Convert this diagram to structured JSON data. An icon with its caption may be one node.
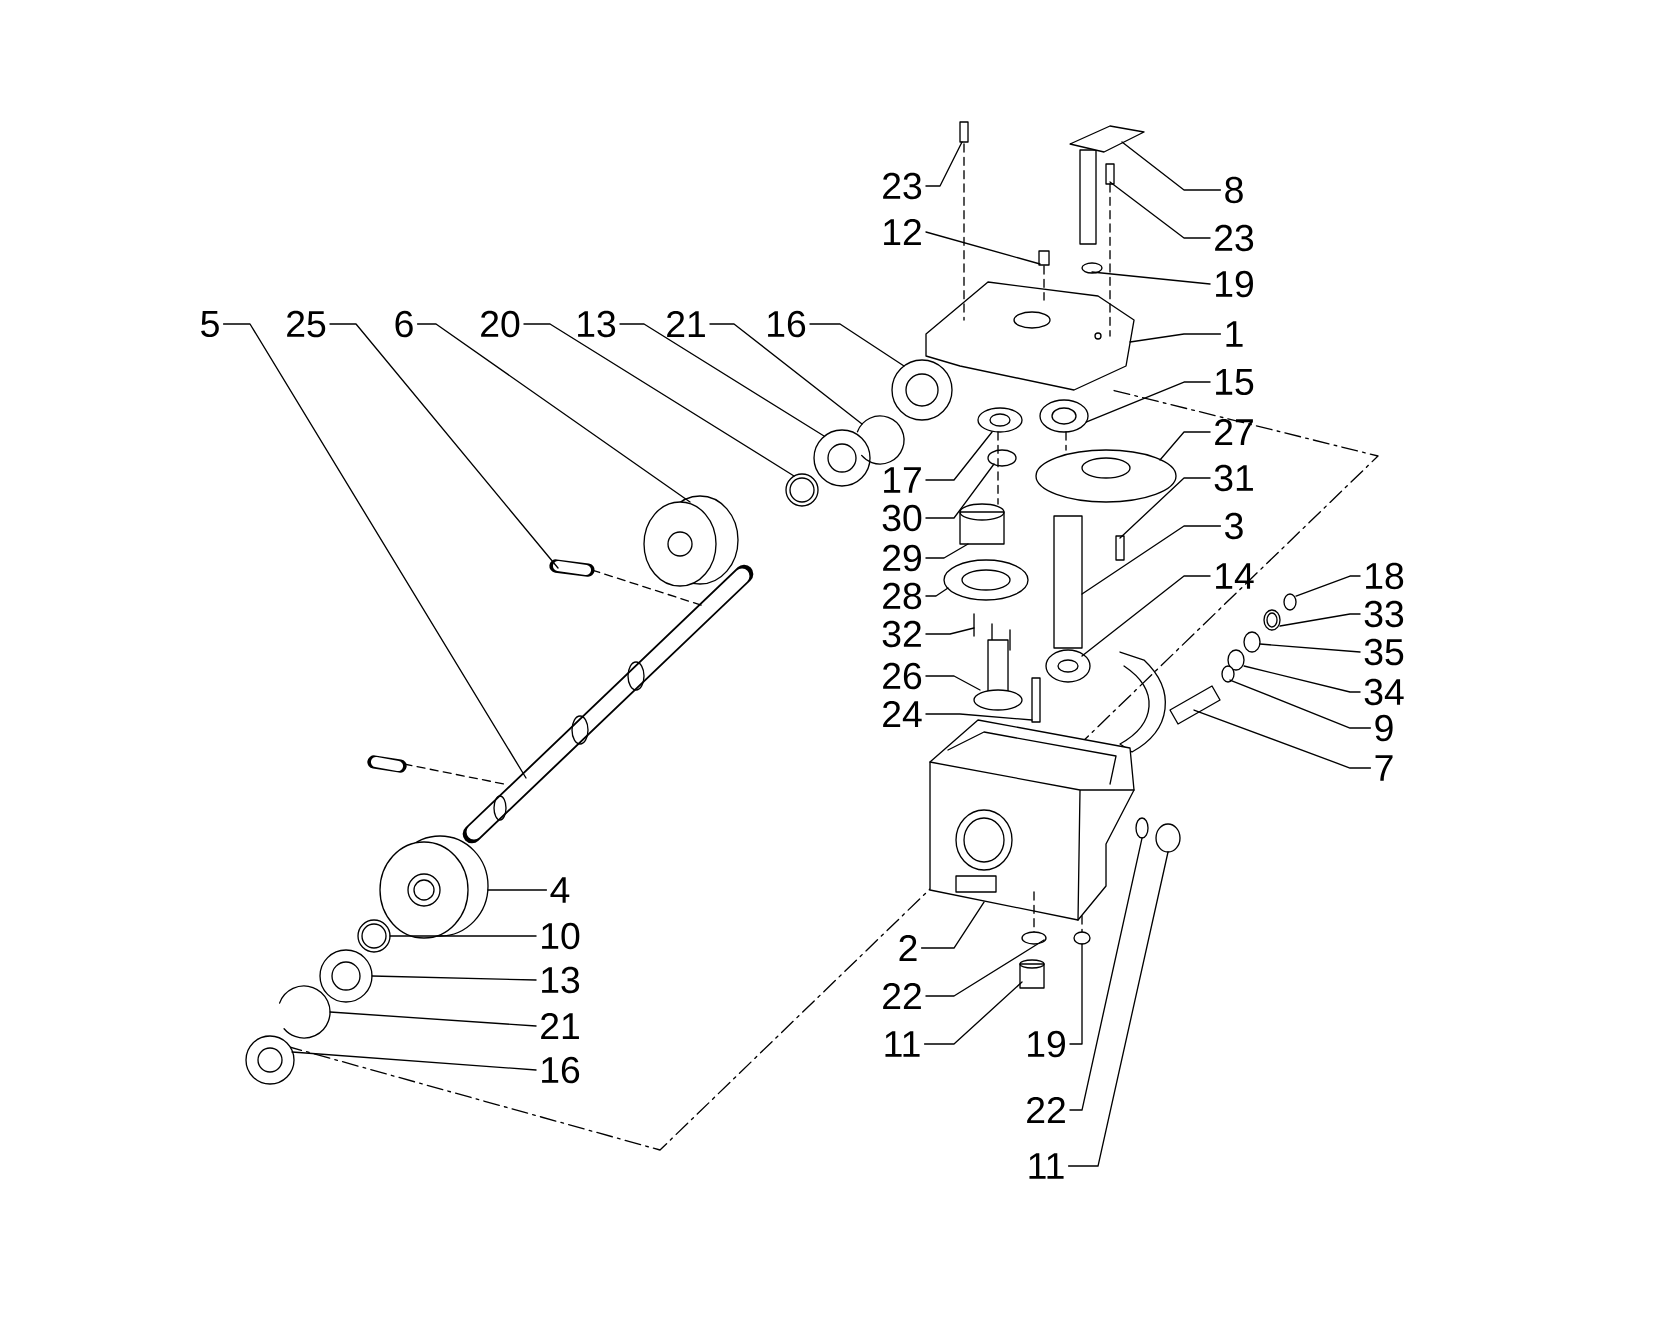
{
  "diagram": {
    "nodes": [
      {
        "text": [
          "23"
        ]
      },
      {
        "text": [
          "8"
        ]
      },
      {
        "text": [
          "12"
        ]
      },
      {
        "text": [
          "23"
        ]
      },
      {
        "text": [
          "19"
        ]
      },
      {
        "text": [
          "5"
        ]
      },
      {
        "text": [
          "25"
        ]
      },
      {
        "text": [
          "6"
        ]
      },
      {
        "text": [
          "20"
        ]
      },
      {
        "text": [
          "13"
        ]
      },
      {
        "text": [
          "21"
        ]
      },
      {
        "text": [
          "16"
        ]
      },
      {
        "text": [
          "1"
        ]
      },
      {
        "text": [
          "15"
        ]
      },
      {
        "text": [
          "27"
        ]
      },
      {
        "text": [
          "17"
        ]
      },
      {
        "text": [
          "31"
        ]
      },
      {
        "text": [
          "30"
        ]
      },
      {
        "text": [
          "3"
        ]
      },
      {
        "text": [
          "29"
        ]
      },
      {
        "text": [
          "18"
        ]
      },
      {
        "text": [
          "14"
        ]
      },
      {
        "text": [
          "28"
        ]
      },
      {
        "text": [
          "33"
        ]
      },
      {
        "text": [
          "32"
        ]
      },
      {
        "text": [
          "35"
        ]
      },
      {
        "text": [
          "26"
        ]
      },
      {
        "text": [
          "34"
        ]
      },
      {
        "text": [
          "24"
        ]
      },
      {
        "text": [
          "9"
        ]
      },
      {
        "text": [
          "7"
        ]
      },
      {
        "text": [
          "4"
        ]
      },
      {
        "text": [
          "10"
        ]
      },
      {
        "text": [
          "2"
        ]
      },
      {
        "text": [
          "13"
        ]
      },
      {
        "text": [
          "22"
        ]
      },
      {
        "text": [
          "21"
        ]
      },
      {
        "text": [
          "11"
        ]
      },
      {
        "text": [
          "19"
        ]
      },
      {
        "text": [
          "16"
        ]
      },
      {
        "text": [
          "22"
        ]
      },
      {
        "text": [
          "11"
        ]
      },
      {
        "text": [],
        "shape": "cylinder"
      },
      {
        "text": [],
        "shape": "picture"
      },
      {
        "text": [],
        "shape": "cylinder"
      },
      {
        "text": [],
        "shape": "cylinder"
      },
      {
        "text": [],
        "shape": "circle"
      },
      {
        "text": [],
        "shape": "picture"
      },
      {
        "text": [],
        "shape": "picture"
      },
      {
        "text": [],
        "shape": "circle"
      },
      {
        "text": [],
        "shape": "circle"
      },
      {
        "text": [],
        "shape": "circle"
      },
      {
        "text": [],
        "shape": "picture"
      },
      {
        "text": [],
        "shape": "circle"
      },
      {
        "text": [],
        "shape": "picture"
      },
      {
        "text": [],
        "shape": "circle"
      },
      {
        "text": [],
        "shape": "circle"
      },
      {
        "text": [],
        "shape": "circle"
      },
      {
        "text": [],
        "shape": "cylinder"
      },
      {
        "text": [],
        "shape": "circle"
      },
      {
        "text": [],
        "shape": "cylinder"
      },
      {
        "text": [],
        "shape": "cylinder"
      },
      {
        "text": [],
        "shape": "circle"
      },
      {
        "text": [],
        "shape": "circle"
      },
      {
        "text": [],
        "shape": "circle"
      },
      {
        "text": [],
        "shape": "circle"
      },
      {
        "text": [],
        "shape": "picture"
      },
      {
        "text": [],
        "shape": "circle"
      },
      {
        "text": [],
        "shape": "picture"
      },
      {
        "text": [],
        "shape": "circle"
      },
      {
        "text": [],
        "shape": "cylinder"
      },
      {
        "text": [],
        "shape": "circle"
      },
      {
        "text": [],
        "shape": "picture"
      },
      {
        "text": [],
        "shape": "picture"
      },
      {
        "text": [],
        "shape": "circle"
      },
      {
        "text": [],
        "shape": "picture"
      },
      {
        "text": [],
        "shape": "circle"
      },
      {
        "text": [],
        "shape": "circle"
      },
      {
        "text": [],
        "shape": "picture"
      },
      {
        "text": [],
        "shape": "cylinder"
      },
      {
        "text": [],
        "shape": "circle"
      },
      {
        "text": [],
        "shape": "circle"
      },
      {
        "text": [],
        "shape": "circle"
      },
      {
        "text": [],
        "shape": "circle"
      }
    ],
    "edges": [
      {
        "from": 0,
        "to": 42,
        "arrow": "none"
      },
      {
        "from": 1,
        "to": 43,
        "arrow": "none"
      },
      {
        "from": 2,
        "to": 44,
        "arrow": "none"
      },
      {
        "from": 3,
        "to": 45,
        "arrow": "none"
      },
      {
        "from": 4,
        "to": 46,
        "arrow": "none"
      },
      {
        "from": 5,
        "to": 47,
        "arrow": "none"
      },
      {
        "from": 6,
        "to": 48,
        "arrow": "none"
      },
      {
        "from": 7,
        "to": 49,
        "arrow": "none"
      },
      {
        "from": 8,
        "to": 50,
        "arrow": "none"
      },
      {
        "from": 9,
        "to": 51,
        "arrow": "none"
      },
      {
        "from": 10,
        "to": 52,
        "arrow": "none"
      },
      {
        "from": 11,
        "to": 53,
        "arrow": "none"
      },
      {
        "from": 12,
        "to": 54,
        "arrow": "none"
      },
      {
        "from": 13,
        "to": 55,
        "arrow": "none"
      },
      {
        "from": 14,
        "to": 56,
        "arrow": "none"
      },
      {
        "from": 15,
        "to": 57,
        "arrow": "none"
      },
      {
        "from": 16,
        "to": 58,
        "arrow": "none"
      },
      {
        "from": 17,
        "to": 59,
        "arrow": "none"
      },
      {
        "from": 18,
        "to": 60,
        "arrow": "none"
      },
      {
        "from": 19,
        "to": 61,
        "arrow": "none"
      },
      {
        "from": 20,
        "to": 62,
        "arrow": "none"
      },
      {
        "from": 21,
        "to": 63,
        "arrow": "none"
      },
      {
        "from": 22,
        "to": 64,
        "arrow": "none"
      },
      {
        "from": 23,
        "to": 65,
        "arrow": "none"
      },
      {
        "from": 24,
        "to": 66,
        "arrow": "none"
      },
      {
        "from": 25,
        "to": 67,
        "arrow": "none"
      },
      {
        "from": 26,
        "to": 68,
        "arrow": "none"
      },
      {
        "from": 27,
        "to": 69,
        "arrow": "none"
      },
      {
        "from": 28,
        "to": 70,
        "arrow": "none"
      },
      {
        "from": 29,
        "to": 71,
        "arrow": "none"
      },
      {
        "from": 30,
        "to": 72,
        "arrow": "none"
      },
      {
        "from": 31,
        "to": 73,
        "arrow": "none"
      },
      {
        "from": 32,
        "to": 74,
        "arrow": "none"
      },
      {
        "from": 33,
        "to": 75,
        "arrow": "none"
      },
      {
        "from": 34,
        "to": 76,
        "arrow": "none"
      },
      {
        "from": 35,
        "to": 77,
        "arrow": "none"
      },
      {
        "from": 36,
        "to": 78,
        "arrow": "none"
      },
      {
        "from": 37,
        "to": 79,
        "arrow": "none"
      },
      {
        "from": 38,
        "to": 80,
        "arrow": "none"
      },
      {
        "from": 39,
        "to": 81,
        "arrow": "none"
      },
      {
        "from": 40,
        "to": 82,
        "arrow": "none"
      },
      {
        "from": 41,
        "to": 83,
        "arrow": "none"
      },
      {
        "from": 42,
        "to": 54,
        "arrow": "none",
        "style": "dashed"
      },
      {
        "from": 44,
        "to": 54,
        "arrow": "none",
        "style": "dashed"
      },
      {
        "from": 45,
        "to": 54,
        "arrow": "none",
        "style": "dashed"
      },
      {
        "from": 48,
        "to": 47,
        "arrow": "none",
        "style": "dashed"
      },
      {
        "from": 57,
        "to": 61,
        "arrow": "none",
        "style": "dashed"
      },
      {
        "from": 55,
        "to": 56,
        "arrow": "none",
        "style": "dashed"
      },
      {
        "from": 75,
        "to": 77,
        "arrow": "none",
        "style": "dashed"
      },
      {
        "from": 75,
        "to": 80,
        "arrow": "none",
        "style": "dashed"
      }
    ]
  }
}
